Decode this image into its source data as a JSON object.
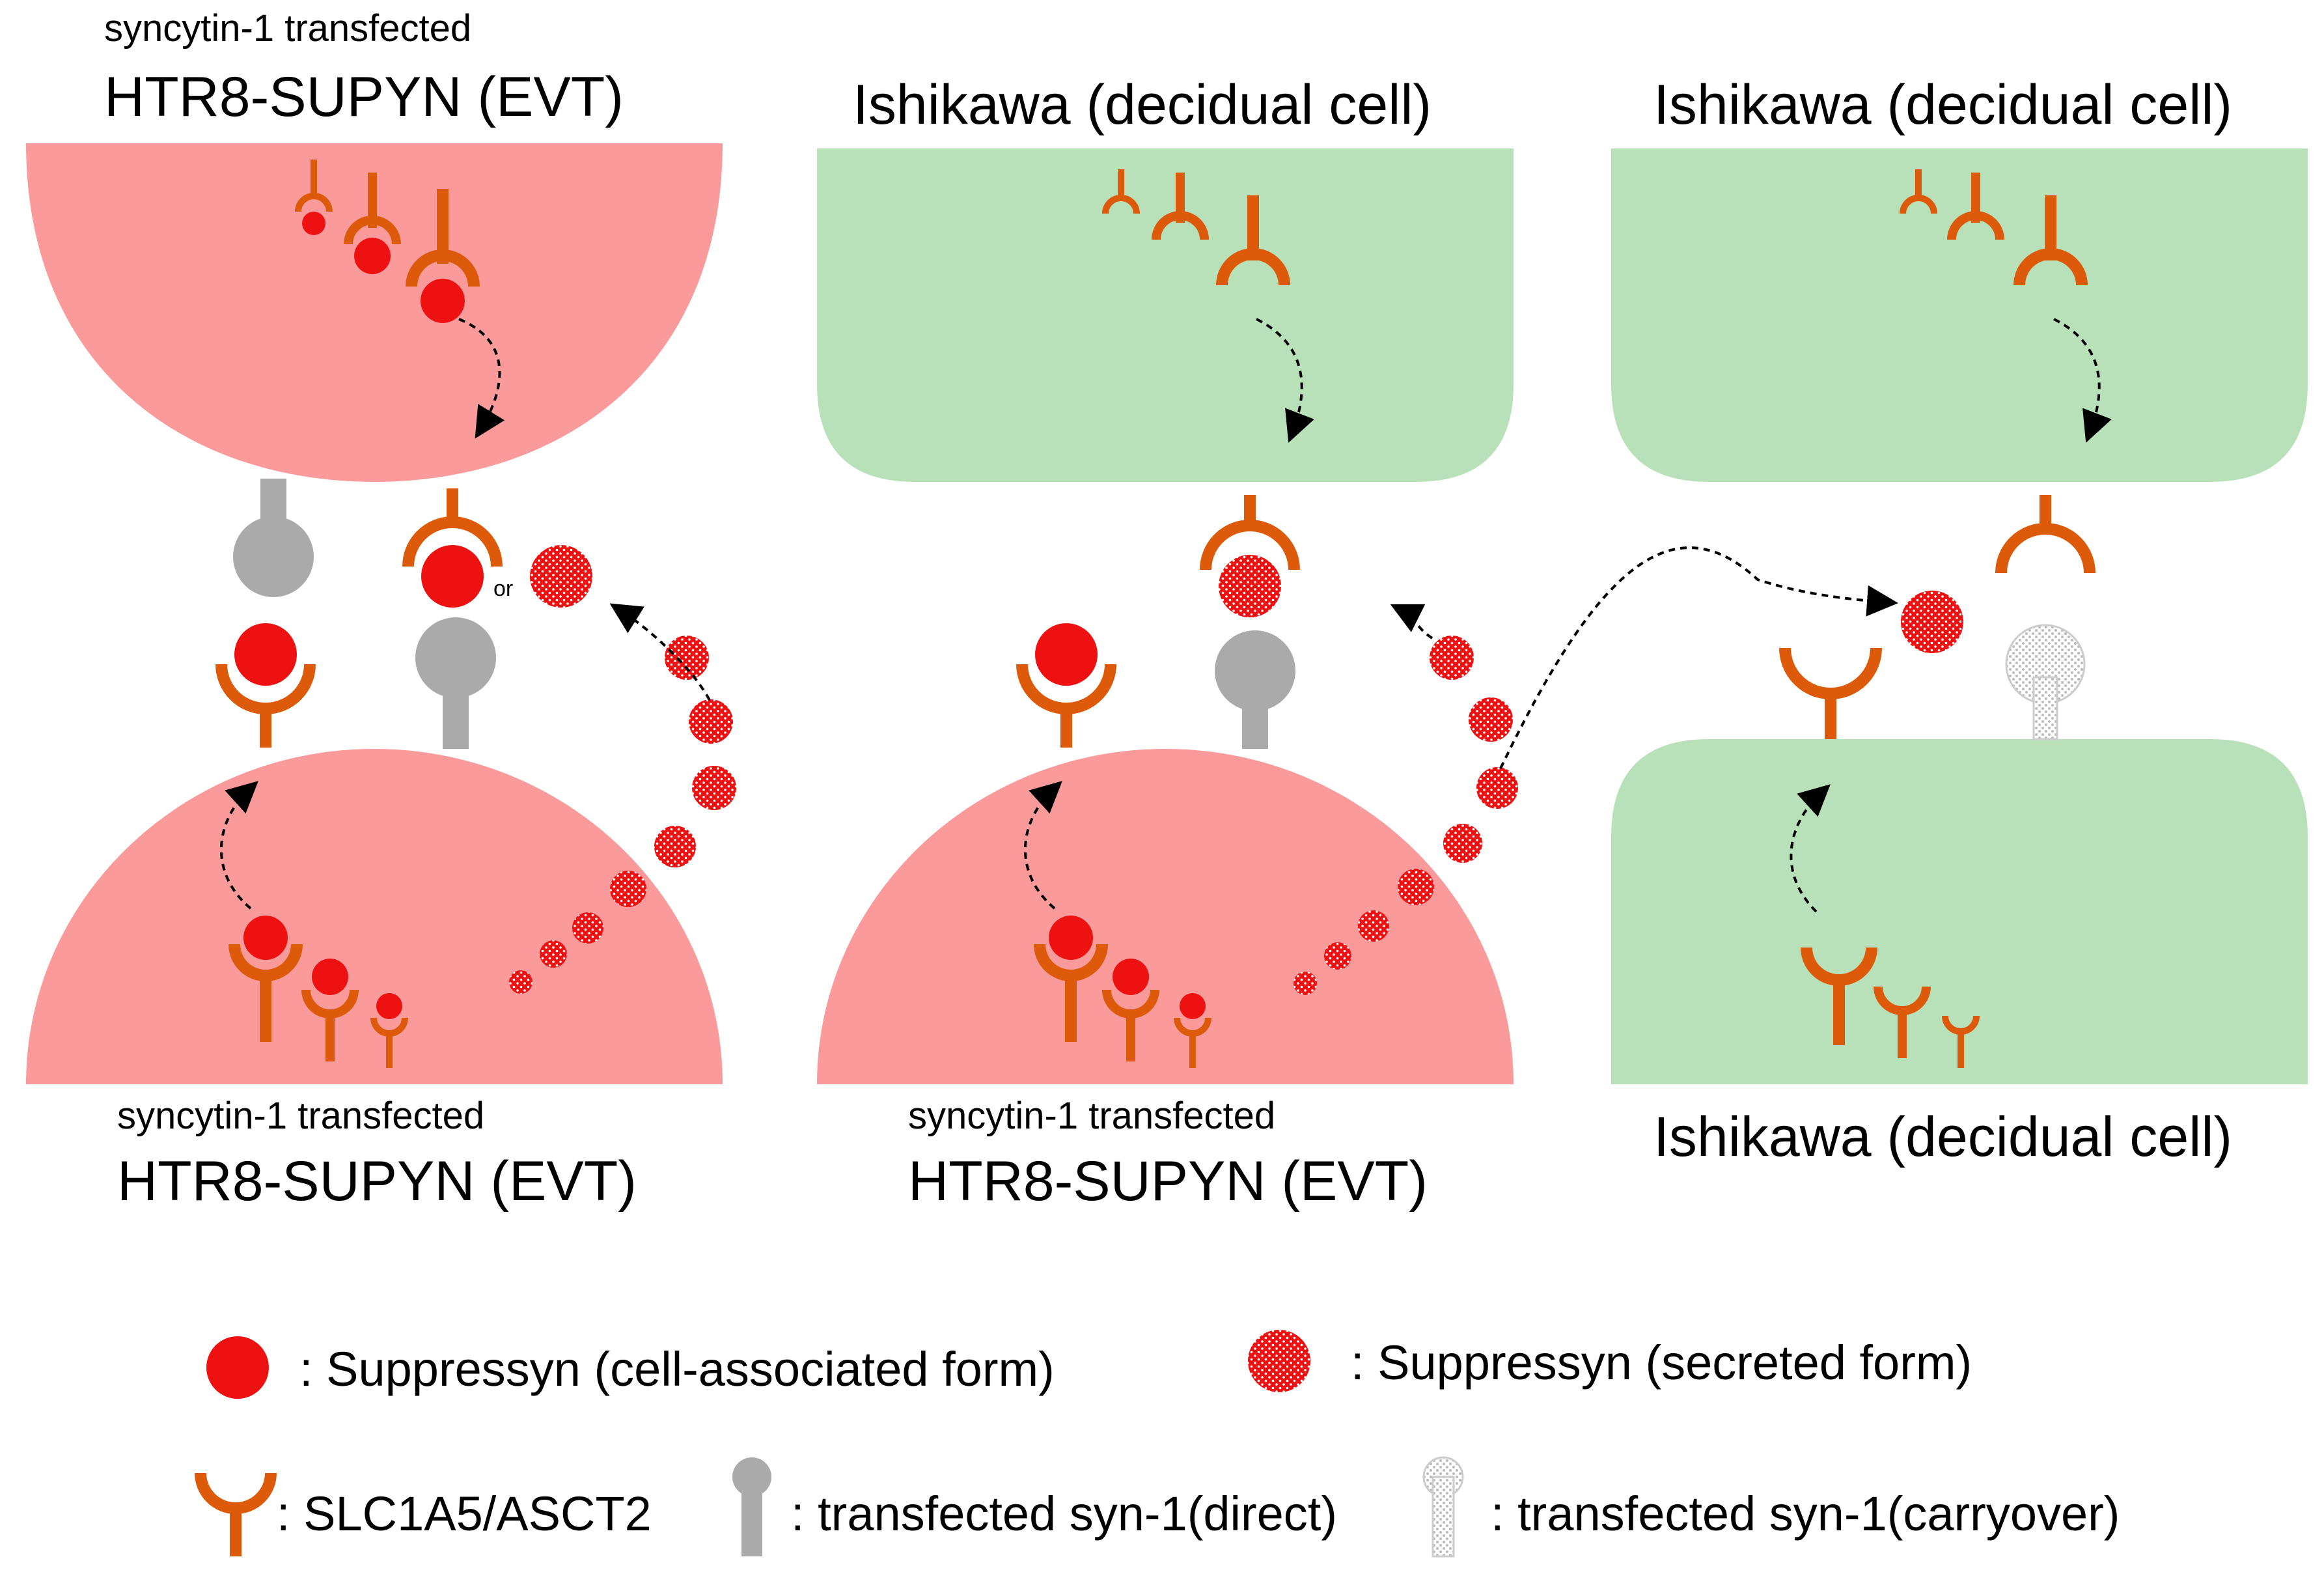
{
  "colors": {
    "evt_cell": "#fa9a9a",
    "decidual_cell": "#b9e1b9",
    "receptor": "#dd5a0a",
    "suppressyn": "#ee1111",
    "syn1_direct": "#aaaaaa",
    "syn1_carryover": "#dddddd"
  },
  "panels": [
    {
      "top_cell": {
        "subtitle": "syncytin-1 transfected",
        "title": "HTR8-SUPYN (EVT)"
      },
      "bottom_cell": {
        "subtitle": "syncytin-1 transfected",
        "title": "HTR8-SUPYN (EVT)"
      },
      "or_label": "or"
    },
    {
      "top_cell": {
        "subtitle": "",
        "title": "Ishikawa (decidual cell)"
      },
      "bottom_cell": {
        "subtitle": "syncytin-1 transfected",
        "title": "HTR8-SUPYN (EVT)"
      }
    },
    {
      "top_cell": {
        "subtitle": "",
        "title": "Ishikawa (decidual cell)"
      },
      "bottom_cell": {
        "subtitle": "",
        "title": "Ishikawa (decidual cell)"
      }
    }
  ],
  "legend": [
    {
      "icon": "suppressyn-cell-associated-icon",
      "label": ": Suppressyn (cell-associated form)"
    },
    {
      "icon": "suppressyn-secreted-icon",
      "label": ": Suppressyn (secreted form)"
    },
    {
      "icon": "slc1a5-receptor-icon",
      "label": ": SLC1A5/ASCT2"
    },
    {
      "icon": "syn1-direct-icon",
      "label": ": transfected syn-1(direct)"
    },
    {
      "icon": "syn1-carryover-icon",
      "label": ": transfected syn-1(carryover)"
    }
  ]
}
